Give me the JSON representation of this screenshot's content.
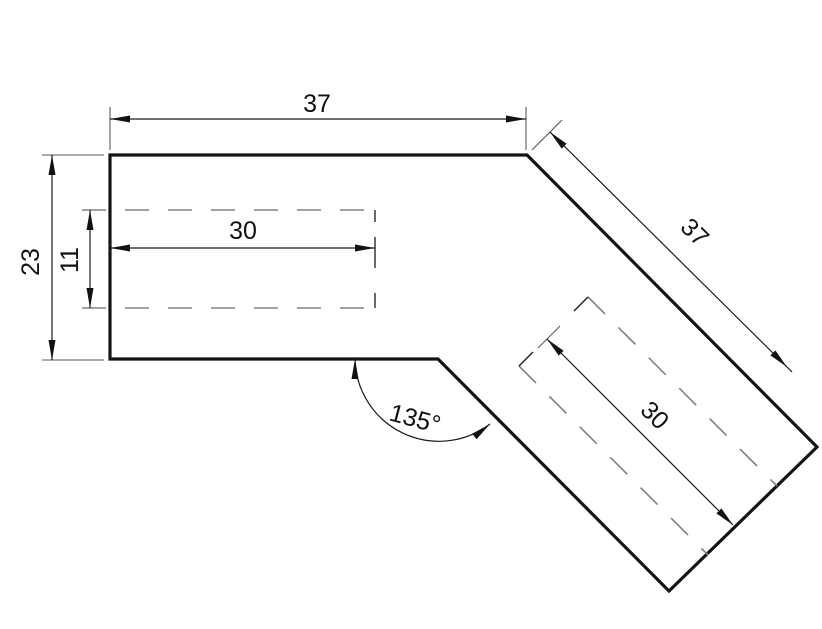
{
  "drawing": {
    "kind": "technical-dimension-drawing",
    "subject": "bar bent at 135 degrees with two hidden slots shown dashed",
    "background_color": "#ffffff",
    "line_color": "#1a1a1a",
    "hidden_line_color": "#828282",
    "labels": {
      "dim_top_length": "37",
      "dim_left_height": "23",
      "dim_slot_width": "11",
      "dim_slot_length_horizontal": "30",
      "dim_arm_length": "37",
      "dim_slot_length_angled": "30",
      "dim_bend_angle": "135°"
    }
  }
}
